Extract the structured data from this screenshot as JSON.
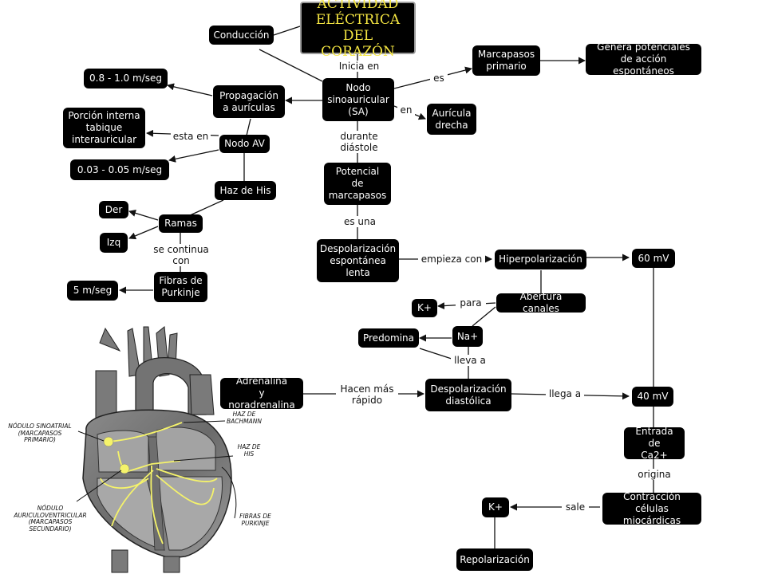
{
  "title": "ACTIVIDAD\nELÉCTRICA DEL\nCORAZÓN",
  "colors": {
    "title_text": "#f5e642",
    "node_bg": "#000000",
    "node_text": "#ffffff",
    "conduction": "#f5f36a"
  },
  "nodes": {
    "conduccion": "Conducción",
    "nodo_sa": "Nodo\nsinoauricular\n(SA)",
    "marcapasos_primario": "Marcapasos\nprimario",
    "genera_potenciales": "Genera potenciales\nde acción espontáneos",
    "auricula_drecha": "Aurícula\ndrecha",
    "velocidad_auriculas": "0.8 - 1.0 m/seg",
    "propagacion": "Propagación\na aurículas",
    "porcion_interna": "Porción interna\ntabique\ninterauricular",
    "nodo_av": "Nodo AV",
    "velocidad_av": "0.03 - 0.05 m/seg",
    "haz_his": "Haz de His",
    "der": "Der",
    "ramas": "Ramas",
    "izq": "Izq",
    "fibras_purkinje": "Fibras de\nPurkinje",
    "velocidad_purkinje": "5 m/seg",
    "potencial_marcapasos": "Potencial\nde\nmarcapasos",
    "despol_lenta": "Despolarización\nespontánea\nlenta",
    "hiperpolarizacion": "Hiperpolarización",
    "sesenta_mv": "60 mV",
    "abertura_canales": "Abertura canales",
    "k_plus_1": "K+",
    "na_plus": "Na+",
    "predomina": "Predomina",
    "adrenalina": "Adrenalina\ny noradrenalina",
    "despol_diastolica": "Despolarización\ndiastólica",
    "cuarenta_mv": "40 mV",
    "entrada_ca": "Entrada de\nCa2+",
    "contraccion": "Contracción\ncélulas miocárdicas",
    "k_plus_2": "K+",
    "repolarizacion": "Repolarización"
  },
  "labels": {
    "inicia_en": "Inicia en",
    "es": "es",
    "en": "en",
    "durante_diastole": "durante\ndiástole",
    "esta_en": "esta en",
    "se_continua_con": "se continua\ncon",
    "es_una": "es una",
    "empieza_con": "empieza con",
    "para": "para",
    "lleva_a": "lleva a",
    "hacen_mas_rapido": "Hacen más\nrápido",
    "llega_a": "llega a",
    "origina": "origina",
    "sale": "sale"
  },
  "heart_labels": {
    "nodulo_sinoatrial": "NÓDULO SINOATRIAL\n(MARCAPASOS\nPRIMARIO)",
    "haz_bachmann": "HAZ DE\nBACHMANN",
    "haz_his": "HAZ DE\nHIS",
    "nodulo_av": "NÓDULO\nAURICULOVENTRICULAR\n(MARCAPASOS\nSECUNDARIO)",
    "fibras_purkinje": "FIBRAS DE\nPURKINJE"
  }
}
